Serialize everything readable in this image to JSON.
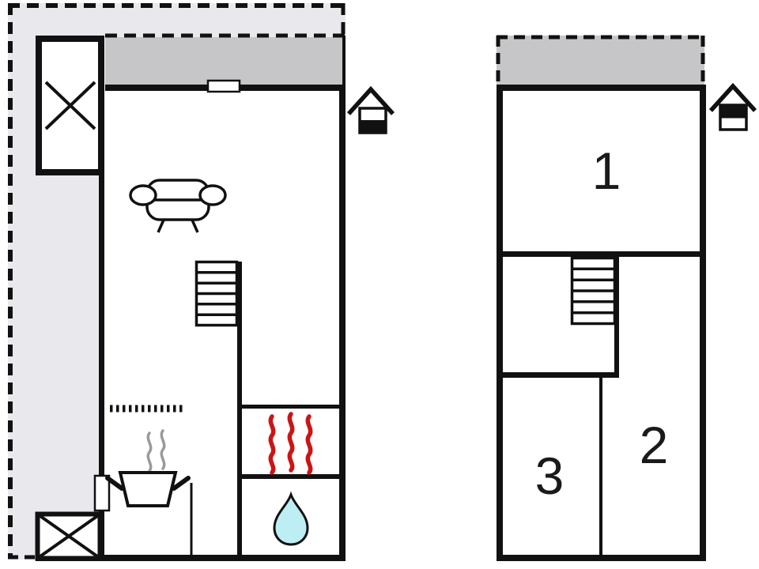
{
  "document": {
    "type": "floor-plan",
    "background": "#ffffff"
  },
  "colors": {
    "wall": "#111111",
    "outdoor_light_gray": "#e9e9ed",
    "terrace_dark_gray": "#c6c6c9",
    "heater_red": "#cc1414",
    "water_cyan": "#bdeef4",
    "steam_gray": "#9a9a9a",
    "room_number": "#1a1a1a"
  },
  "floors": [
    {
      "name": "ground-floor",
      "indicator_icon": "house-ground-floor-icon",
      "features": [
        "outdoor-dashed-boundary",
        "terrace-strip",
        "storage-x-box-top",
        "storage-x-box-bottom",
        "window-marker",
        "door-marker",
        "sofa-icon",
        "staircase-icon",
        "kitchen-counter-dotted-line",
        "cooking-pot-with-steam-icon",
        "sauna-heater-red-waves-icon",
        "bathroom-water-drop-icon"
      ],
      "staircase_treads": 6
    },
    {
      "name": "upper-floor",
      "indicator_icon": "house-upper-floor-icon",
      "rooms": [
        {
          "number": "1"
        },
        {
          "number": "2"
        },
        {
          "number": "3"
        }
      ],
      "features": [
        "terrace-strip-dashed",
        "staircase-icon"
      ],
      "staircase_treads": 6
    }
  ]
}
